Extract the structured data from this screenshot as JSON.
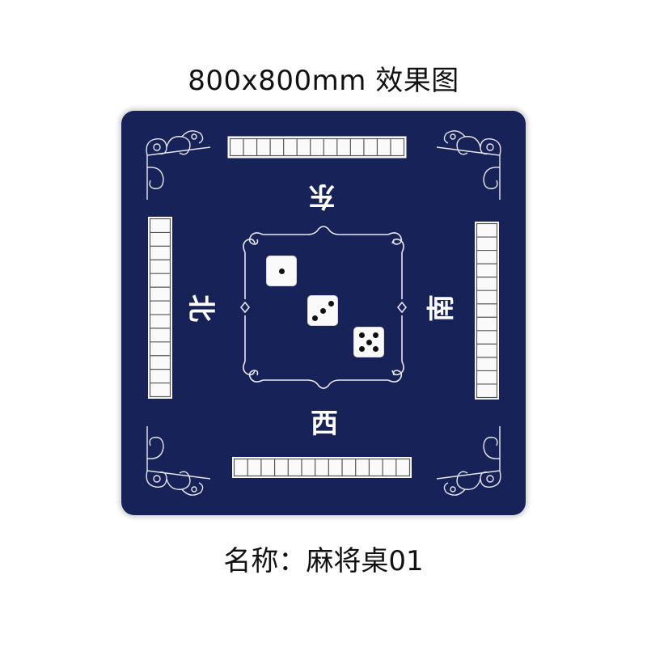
{
  "title": "800x800mm 效果图",
  "caption": "名称：麻将桌01",
  "mat": {
    "background_color": "#172259",
    "line_color": "#ffffff",
    "winds": {
      "top": "东",
      "left": "北",
      "right": "南",
      "bottom": "西"
    },
    "tile_racks": {
      "top_slots": 13,
      "bottom_slots": 13,
      "left_slots": 13,
      "right_slots": 13
    },
    "dice": [
      {
        "value": 1
      },
      {
        "value": 3
      },
      {
        "value": 5
      }
    ]
  }
}
